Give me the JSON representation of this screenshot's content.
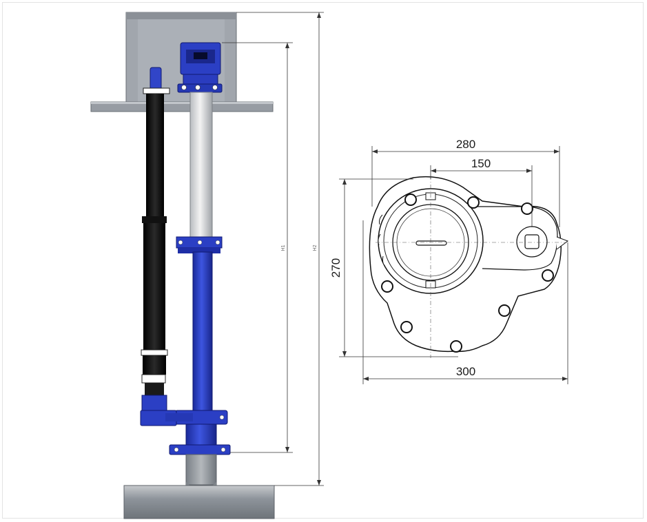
{
  "side_view": {
    "dim_inner_height_label": "H1",
    "dim_total_height_label": "H2"
  },
  "plan_view": {
    "dim_top_width": "280",
    "dim_center_offset": "150",
    "dim_height": "270",
    "dim_bottom_width": "300"
  },
  "colors": {
    "blue_metal": "#2b3fc4",
    "grey_housing": "#9aa0a8",
    "black_pipe": "#111111",
    "grey_pipe": "#8f959c",
    "line": "#333333"
  }
}
